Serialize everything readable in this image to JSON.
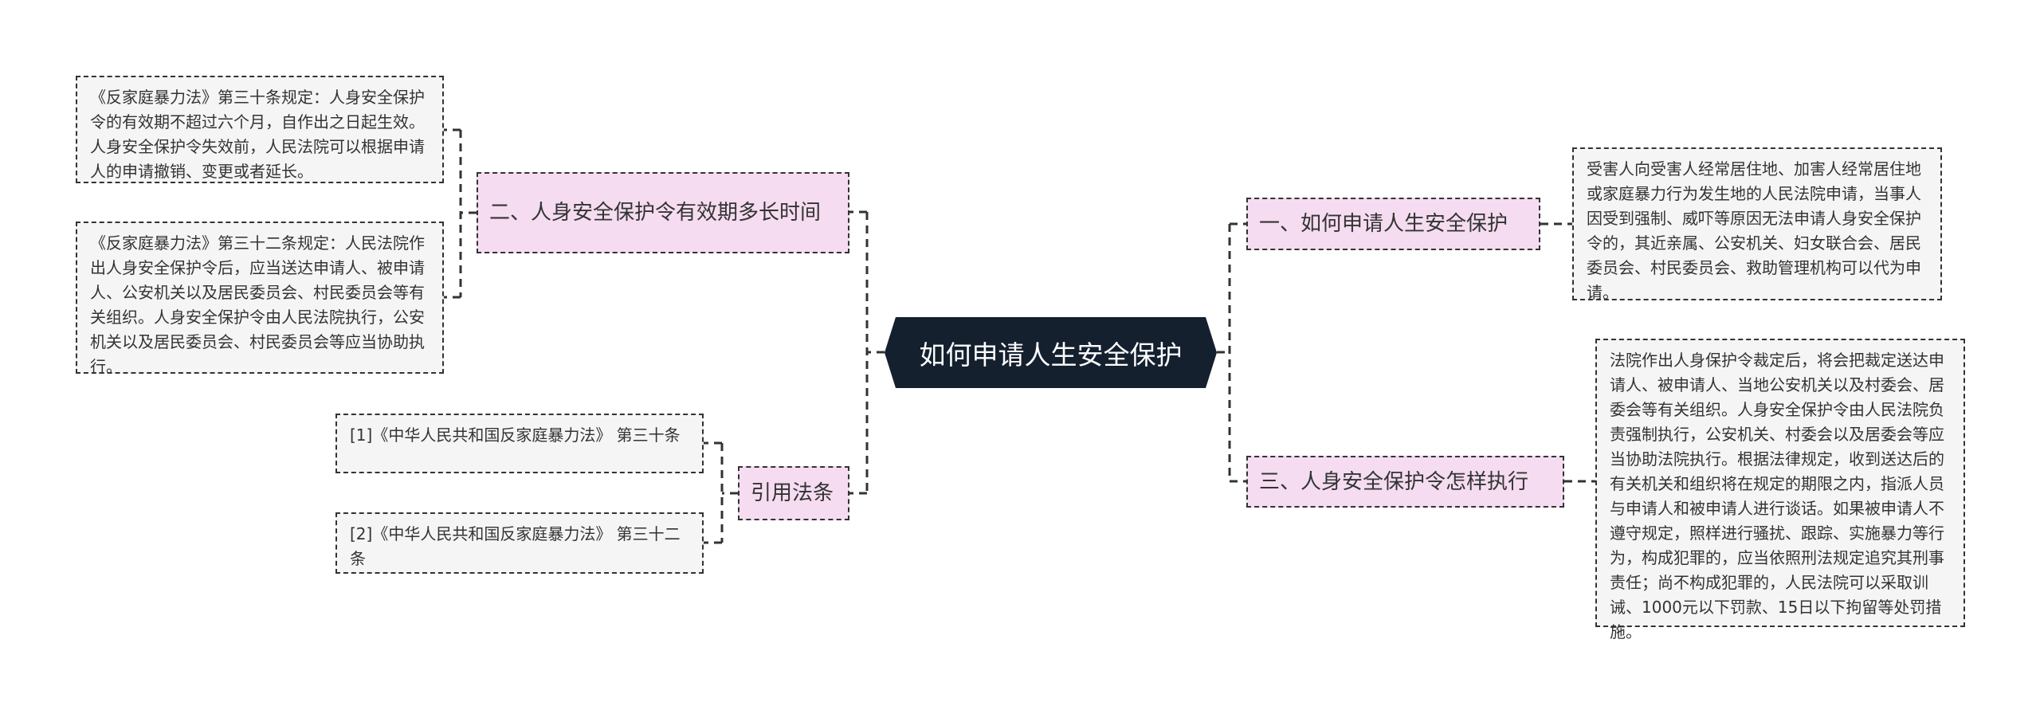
{
  "root": {
    "title": "如何申请人生安全保护"
  },
  "branches": [
    {
      "label": "一、如何申请人生安全保护",
      "leaves": [
        "受害人向受害人经常居住地、加害人经常居住地或家庭暴力行为发生地的人民法院申请，当事人因受到强制、威吓等原因无法申请人身安全保护令的，其近亲属、公安机关、妇女联合会、居民委员会、村民委员会、救助管理机构可以代为申请。"
      ]
    },
    {
      "label": "二、人身安全保护令有效期多长时间",
      "leaves": [
        "《反家庭暴力法》第三十条规定：人身安全保护令的有效期不超过六个月，自作出之日起生效。人身安全保护令失效前，人民法院可以根据申请人的申请撤销、变更或者延长。",
        "《反家庭暴力法》第三十二条规定：人民法院作出人身安全保护令后，应当送达申请人、被申请人、公安机关以及居民委员会、村民委员会等有关组织。人身安全保护令由人民法院执行，公安机关以及居民委员会、村民委员会等应当协助执行。"
      ]
    },
    {
      "label": "三、人身安全保护令怎样执行",
      "leaves": [
        "法院作出人身保护令裁定后，将会把裁定送达申请人、被申请人、当地公安机关以及村委会、居委会等有关组织。人身安全保护令由人民法院负责强制执行，公安机关、村委会以及居委会等应当协助法院执行。根据法律规定，收到送达后的有关机关和组织将在规定的期限之内，指派人员与申请人和被申请人进行谈话。如果被申请人不遵守规定，照样进行骚扰、跟踪、实施暴力等行为，构成犯罪的，应当依照刑法规定追究其刑事责任；尚不构成犯罪的，人民法院可以采取训诫、1000元以下罚款、15日以下拘留等处罚措施。"
      ]
    },
    {
      "label": "引用法条",
      "leaves": [
        "[1]《中华人民共和国反家庭暴力法》 第三十条",
        "[2]《中华人民共和国反家庭暴力法》 第三十二条"
      ]
    }
  ],
  "colors": {
    "root_bg": "#15202f",
    "branch_bg": "#f5dcf0",
    "leaf_bg": "#f5f5f5",
    "line": "#333333"
  }
}
